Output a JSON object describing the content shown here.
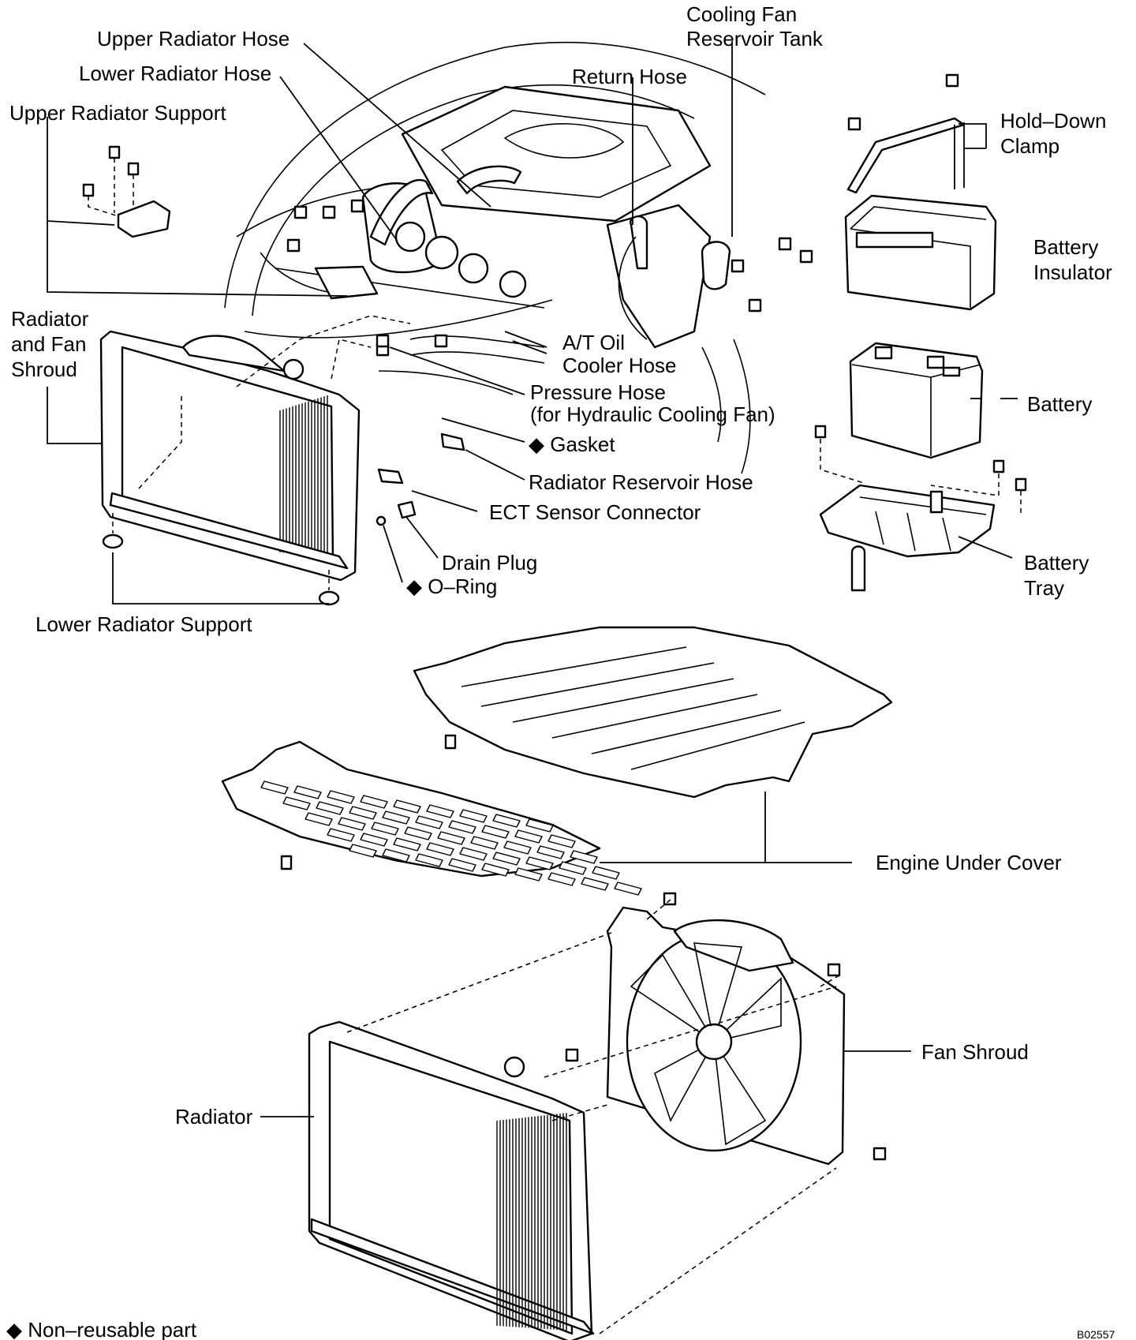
{
  "labels": {
    "cooling_fan_reservoir_tank_1": "Cooling Fan",
    "cooling_fan_reservoir_tank_2": "Reservoir Tank",
    "upper_radiator_hose": "Upper Radiator Hose",
    "lower_radiator_hose": "Lower Radiator Hose",
    "return_hose": "Return Hose",
    "upper_radiator_support": "Upper Radiator Support",
    "hold_down_clamp_1": "Hold–Down",
    "hold_down_clamp_2": "Clamp",
    "battery_insulator_1": "Battery",
    "battery_insulator_2": "Insulator",
    "radiator_and_fan_shroud_1": "Radiator",
    "radiator_and_fan_shroud_2": "and Fan",
    "radiator_and_fan_shroud_3": "Shroud",
    "at_oil_cooler_hose_1": "A/T Oil",
    "at_oil_cooler_hose_2": "Cooler Hose",
    "pressure_hose_1": "Pressure Hose",
    "pressure_hose_2": "(for Hydraulic Cooling Fan)",
    "battery": "Battery",
    "gasket": "◆ Gasket",
    "radiator_reservoir_hose": "Radiator Reservoir Hose",
    "ect_sensor_connector": "ECT Sensor Connector",
    "drain_plug": "Drain Plug",
    "o_ring": "◆ O–Ring",
    "battery_tray_1": "Battery",
    "battery_tray_2": "Tray",
    "lower_radiator_support": "Lower Radiator Support",
    "engine_under_cover": "Engine Under Cover",
    "fan_shroud": "Fan Shroud",
    "radiator": "Radiator",
    "legend_non_reusable": "◆ Non–reusable part",
    "figure_code": "B02557"
  }
}
